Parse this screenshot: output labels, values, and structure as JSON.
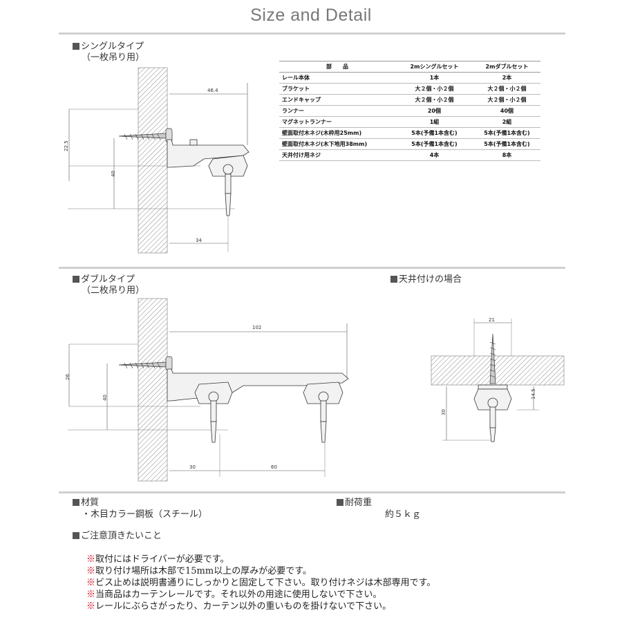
{
  "title": "Size and Detail",
  "single": {
    "heading": "シングルタイプ",
    "sub": "（一枚吊り用）",
    "dims": {
      "width": "46.4",
      "height_screw": "22.5",
      "height": "40",
      "depth": "34"
    }
  },
  "double": {
    "heading": "ダブルタイプ",
    "sub": "（二枚吊り用）",
    "dims": {
      "width": "102",
      "height_screw": "26",
      "height": "40",
      "offset": "30",
      "pitch": "60"
    }
  },
  "ceiling": {
    "heading": "天井付けの場合",
    "dims": {
      "width": "21",
      "height": "30",
      "height_small": "14.5"
    }
  },
  "parts_table": {
    "headers": [
      "部　　品",
      "2mシングルセット",
      "2mダブルセット"
    ],
    "rows": [
      [
        "レール本体",
        "1本",
        "2本"
      ],
      [
        "ブラケット",
        "大２個・小２個",
        "大２個・小２個"
      ],
      [
        "エンドキャップ",
        "大２個・小２個",
        "大２個・小２個"
      ],
      [
        "ランナー",
        "20個",
        "40個"
      ],
      [
        "マグネットランナー",
        "1組",
        "2組"
      ],
      [
        "壁面取付木ネジ(木枠用25mm)",
        "5本(予備1本含む)",
        "5本(予備1本含む)"
      ],
      [
        "壁面取付木ネジ(木下地用38mm)",
        "5本(予備1本含む)",
        "5本(予備1本含む)"
      ],
      [
        "天井付け用ネジ",
        "4本",
        "8本"
      ]
    ]
  },
  "material": {
    "heading": "材質",
    "value": "・木目カラー鋼板（スチール）"
  },
  "load": {
    "heading": "耐荷重",
    "value": "約５ｋｇ"
  },
  "notes": {
    "heading": "ご注意頂きたいこと",
    "items": [
      "取付にはドライバーが必要です。",
      "取り付け場所は木部で15mm以上の厚みが必要です。",
      "ビス止めは説明書通りにしっかりと固定して下さい。取り付けネジは木部専用です。",
      "当商品はカーテンレールです。それ以外の用途に使用しないで下さい。",
      "レールにぶらさがったり、カーテン以外の重いものを掛けないで下さい。"
    ],
    "marker": "※"
  }
}
